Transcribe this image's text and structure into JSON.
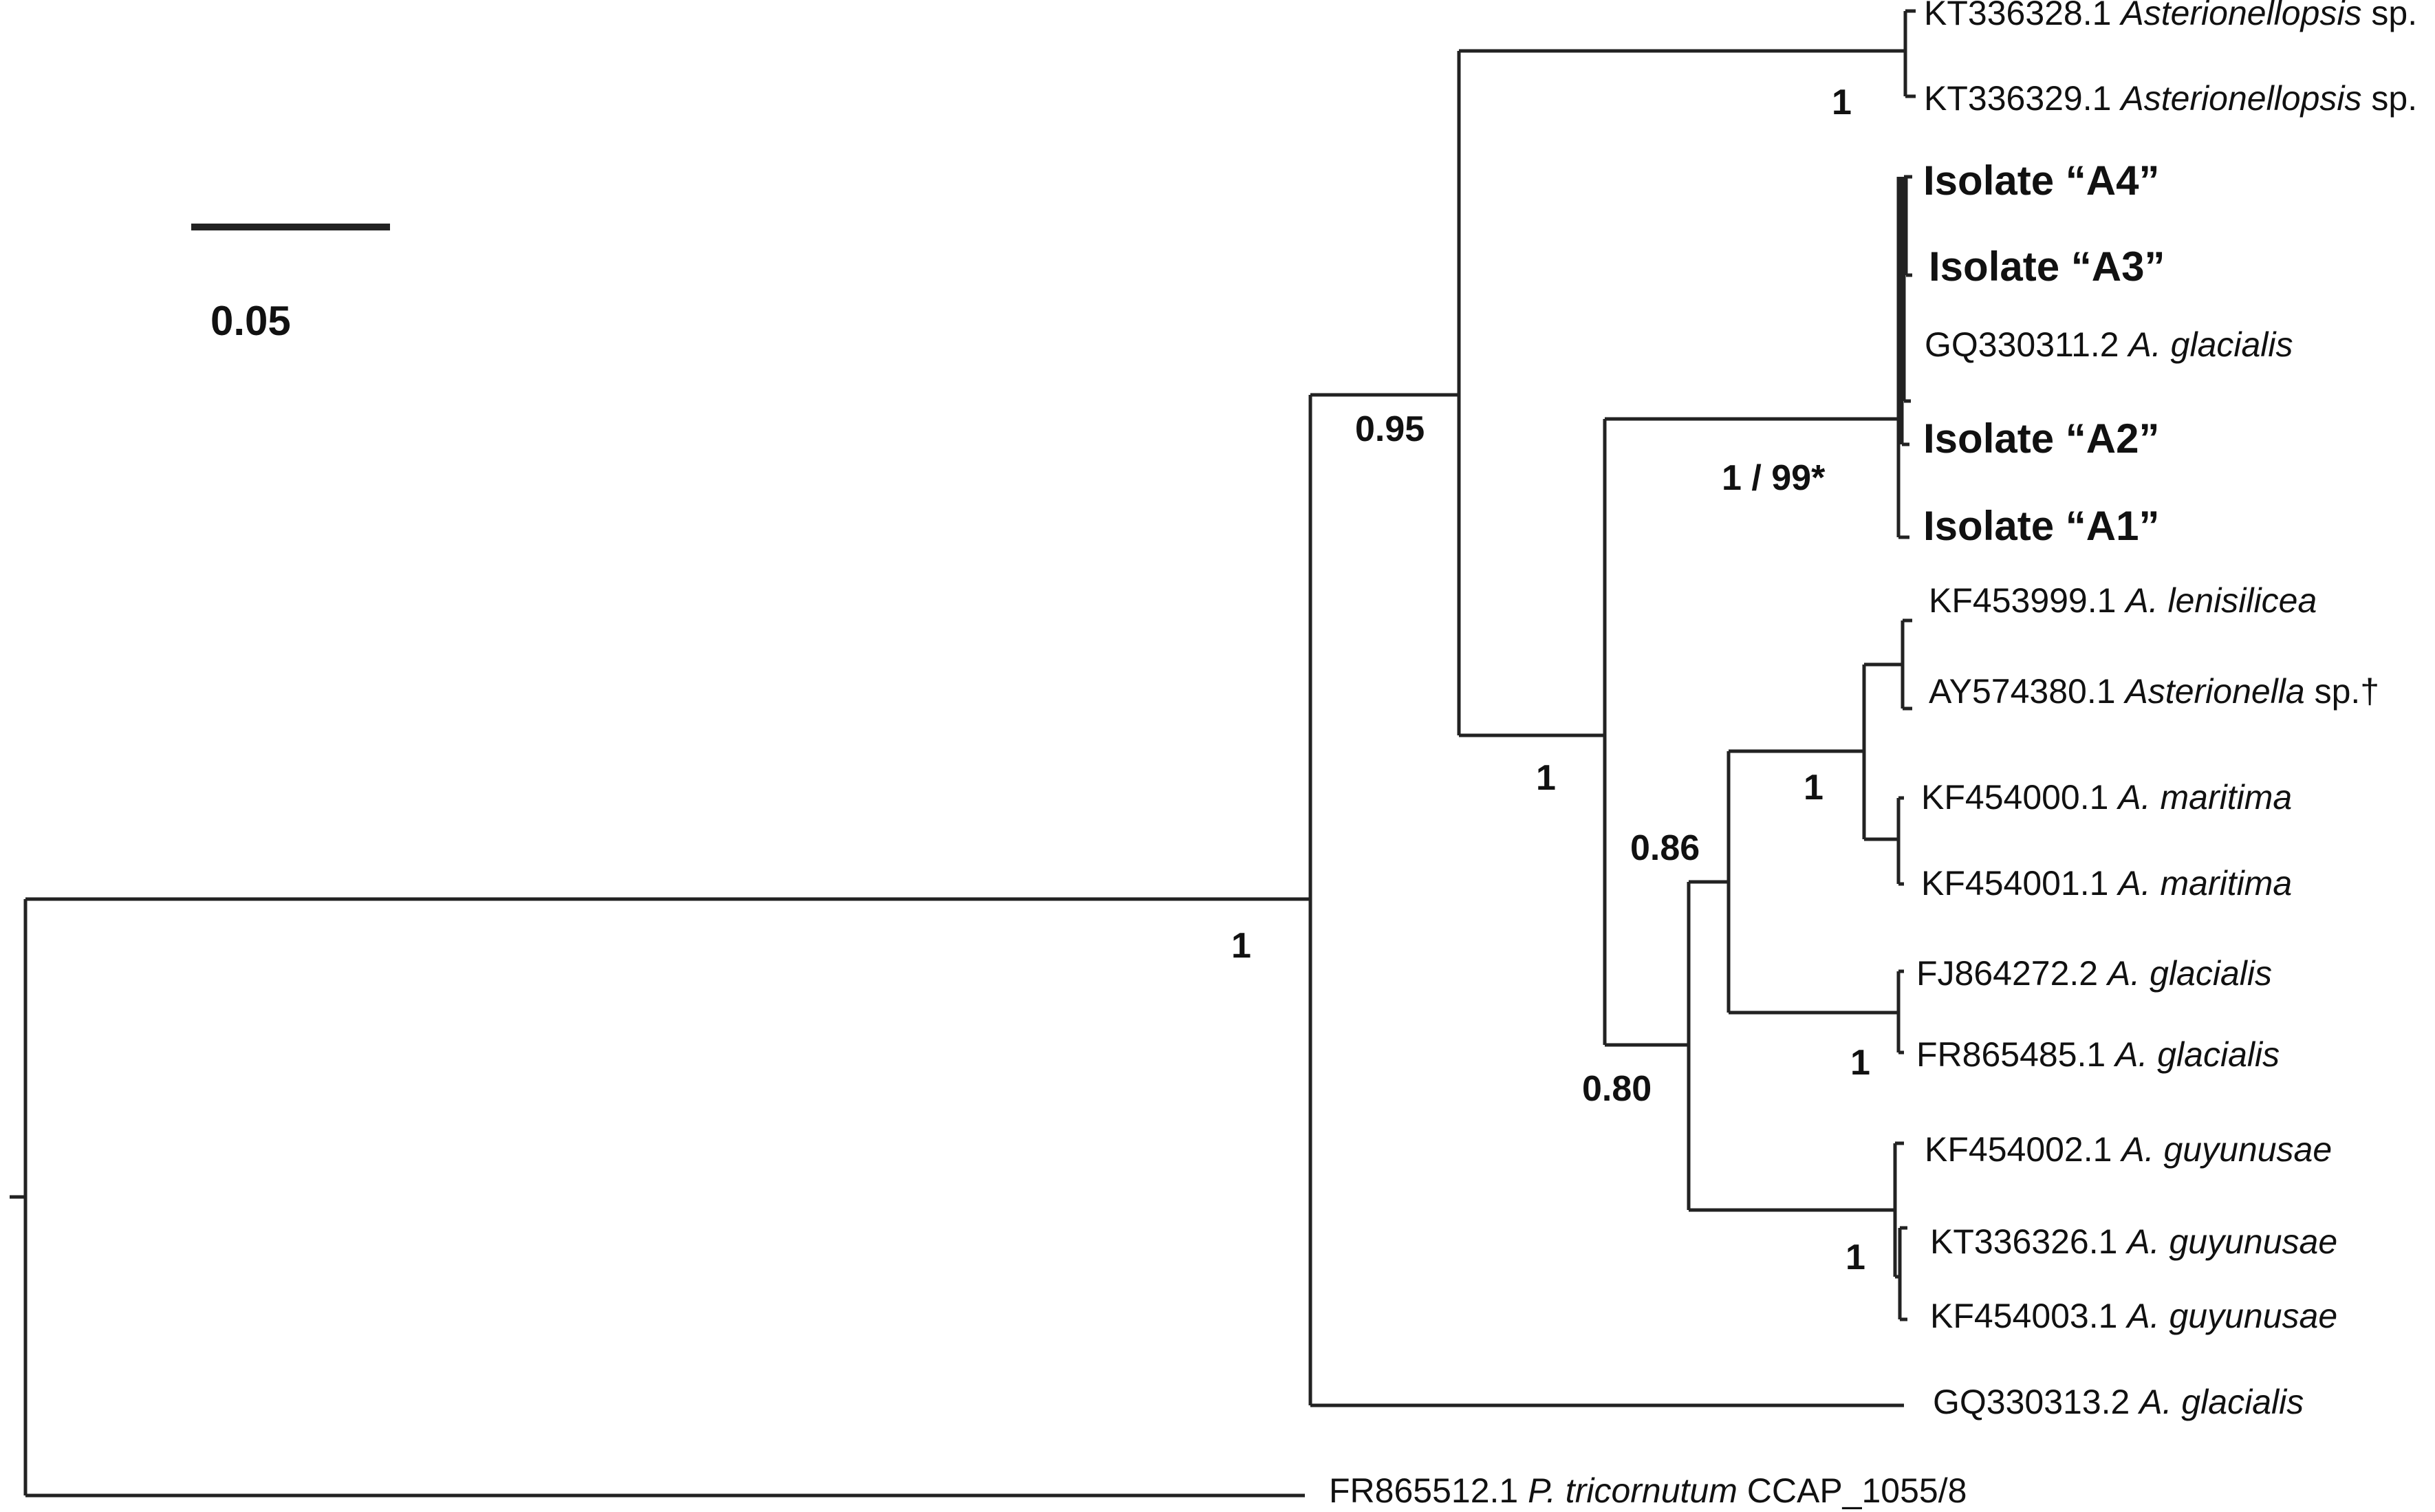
{
  "scale": {
    "label": "0.05"
  },
  "tips": [
    {
      "id": "kt336328",
      "accession": "KT336328.1",
      "species": "Asterionellopsis",
      "suffix": " sp."
    },
    {
      "id": "kt336329",
      "accession": "KT336329.1",
      "species": "Asterionellopsis",
      "suffix": " sp."
    },
    {
      "id": "a4",
      "label": "Isolate “A4”"
    },
    {
      "id": "a3",
      "label": "Isolate “A3”"
    },
    {
      "id": "gq330311",
      "accession": "GQ330311.2",
      "species": "A. glacialis",
      "suffix": ""
    },
    {
      "id": "a2",
      "label": "Isolate “A2”"
    },
    {
      "id": "a1",
      "label": "Isolate “A1”"
    },
    {
      "id": "kf453999",
      "accession": "KF453999.1",
      "species": "A. lenisilicea",
      "suffix": ""
    },
    {
      "id": "ay574380",
      "accession": "AY574380.1",
      "species": "Asterionella",
      "suffix": " sp.†"
    },
    {
      "id": "kf454000",
      "accession": "KF454000.1",
      "species": "A. maritima",
      "suffix": ""
    },
    {
      "id": "kf454001",
      "accession": "KF454001.1",
      "species": "A. maritima",
      "suffix": ""
    },
    {
      "id": "fj864272",
      "accession": "FJ864272.2",
      "species": "A. glacialis",
      "suffix": ""
    },
    {
      "id": "fr865485",
      "accession": "FR865485.1",
      "species": "A. glacialis",
      "suffix": ""
    },
    {
      "id": "kf454002",
      "accession": "KF454002.1",
      "species": "A. guyunusae",
      "suffix": ""
    },
    {
      "id": "kt336326",
      "accession": "KT336326.1",
      "species": "A. guyunusae",
      "suffix": ""
    },
    {
      "id": "kf454003",
      "accession": "KF454003.1",
      "species": "A. guyunusae",
      "suffix": ""
    },
    {
      "id": "gq330313",
      "accession": "GQ330313.2",
      "species": "A. glacialis",
      "suffix": ""
    },
    {
      "id": "fr865512",
      "accession": "FR865512.1",
      "species": "P. tricornutum",
      "suffix": " CCAP_1055/8"
    }
  ],
  "support_values": {
    "asterionellopsis_clade": "1",
    "isolates_clade": "1 / 99*",
    "node_095": "0.95",
    "node_1_ingroup": "1",
    "node_1_root": "1",
    "node_086": "0.86",
    "maritima_clade": "1",
    "node_080": "0.80",
    "glacialis_pair": "1",
    "guyunusae_clade": "1"
  }
}
